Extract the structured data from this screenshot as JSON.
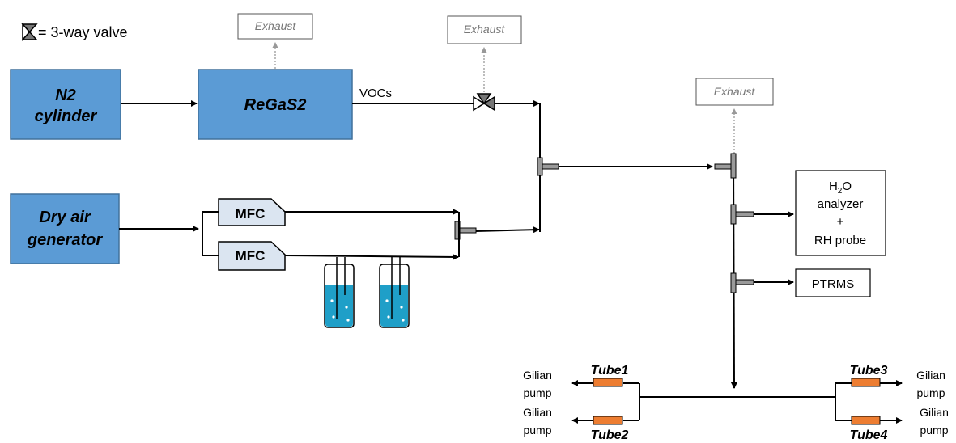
{
  "legend": {
    "text": "= 3-way valve",
    "icon": "three-way-valve-icon"
  },
  "blocks": {
    "n2": [
      "N2",
      "cylinder"
    ],
    "regas": "ReGaS2",
    "dry_air": [
      "Dry air",
      "generator"
    ]
  },
  "mfc": [
    "MFC",
    "MFC"
  ],
  "exhaust": [
    "Exhaust",
    "Exhaust",
    "Exhaust"
  ],
  "labels": {
    "vocs": "VOCs"
  },
  "analyzers": {
    "h2o": {
      "main": "H",
      "sub": "2",
      "rest": "O",
      "lines": [
        "analyzer",
        "+",
        "RH probe"
      ]
    },
    "ptrms": "PTRMS"
  },
  "tubes": [
    "Tube1",
    "Tube2",
    "Tube3",
    "Tube4"
  ],
  "pumps": {
    "left_top": [
      "Gilian",
      "pump"
    ],
    "left_bottom": [
      "Gilian",
      "pump"
    ],
    "right_top": [
      "Gilian",
      "pump"
    ],
    "right_bottom": [
      "Gilian",
      "pump"
    ]
  },
  "colors": {
    "block_fill": "#5b9bd5",
    "block_stroke": "#41719c",
    "mfc_fill": "#dbe5f1",
    "water": "#1f9fc8",
    "tube_fill": "#ed7d31",
    "tee_fill": "#9a9a9a"
  }
}
